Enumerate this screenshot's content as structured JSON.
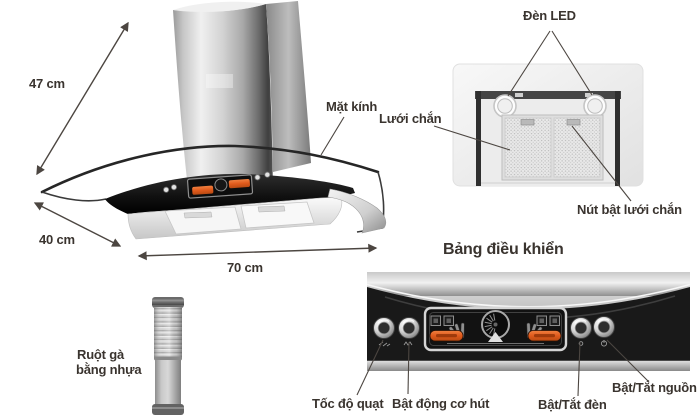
{
  "front_view": {
    "dim_height": "47 cm",
    "dim_depth": "40 cm",
    "dim_width": "70 cm",
    "glass_label": "Mặt kính"
  },
  "underside_view": {
    "led_label": "Đèn LED",
    "mesh_label": "Lưới chắn",
    "mesh_button_label": "Nút bật lưới chắn"
  },
  "control_panel_view": {
    "title": "Bảng điều khiển",
    "fan_speed_label": "Tốc độ quạt",
    "motor_label": "Bật động cơ hút",
    "light_label": "Bật/Tắt đèn",
    "power_label": "Bật/Tắt nguồn"
  },
  "duct_view": {
    "label_line1": "Ruột gà",
    "label_line2": "bằng nhựa"
  },
  "colors": {
    "background": "#ffffff",
    "label_text": "#3a342f",
    "leader_line": "#4c4641",
    "accent_orange": "#e05a1c",
    "panel_black": "#191919",
    "steel_light": "#f0f0f0",
    "steel_dark": "#5f5f5f",
    "duct_gray": "#a8a8a8"
  }
}
